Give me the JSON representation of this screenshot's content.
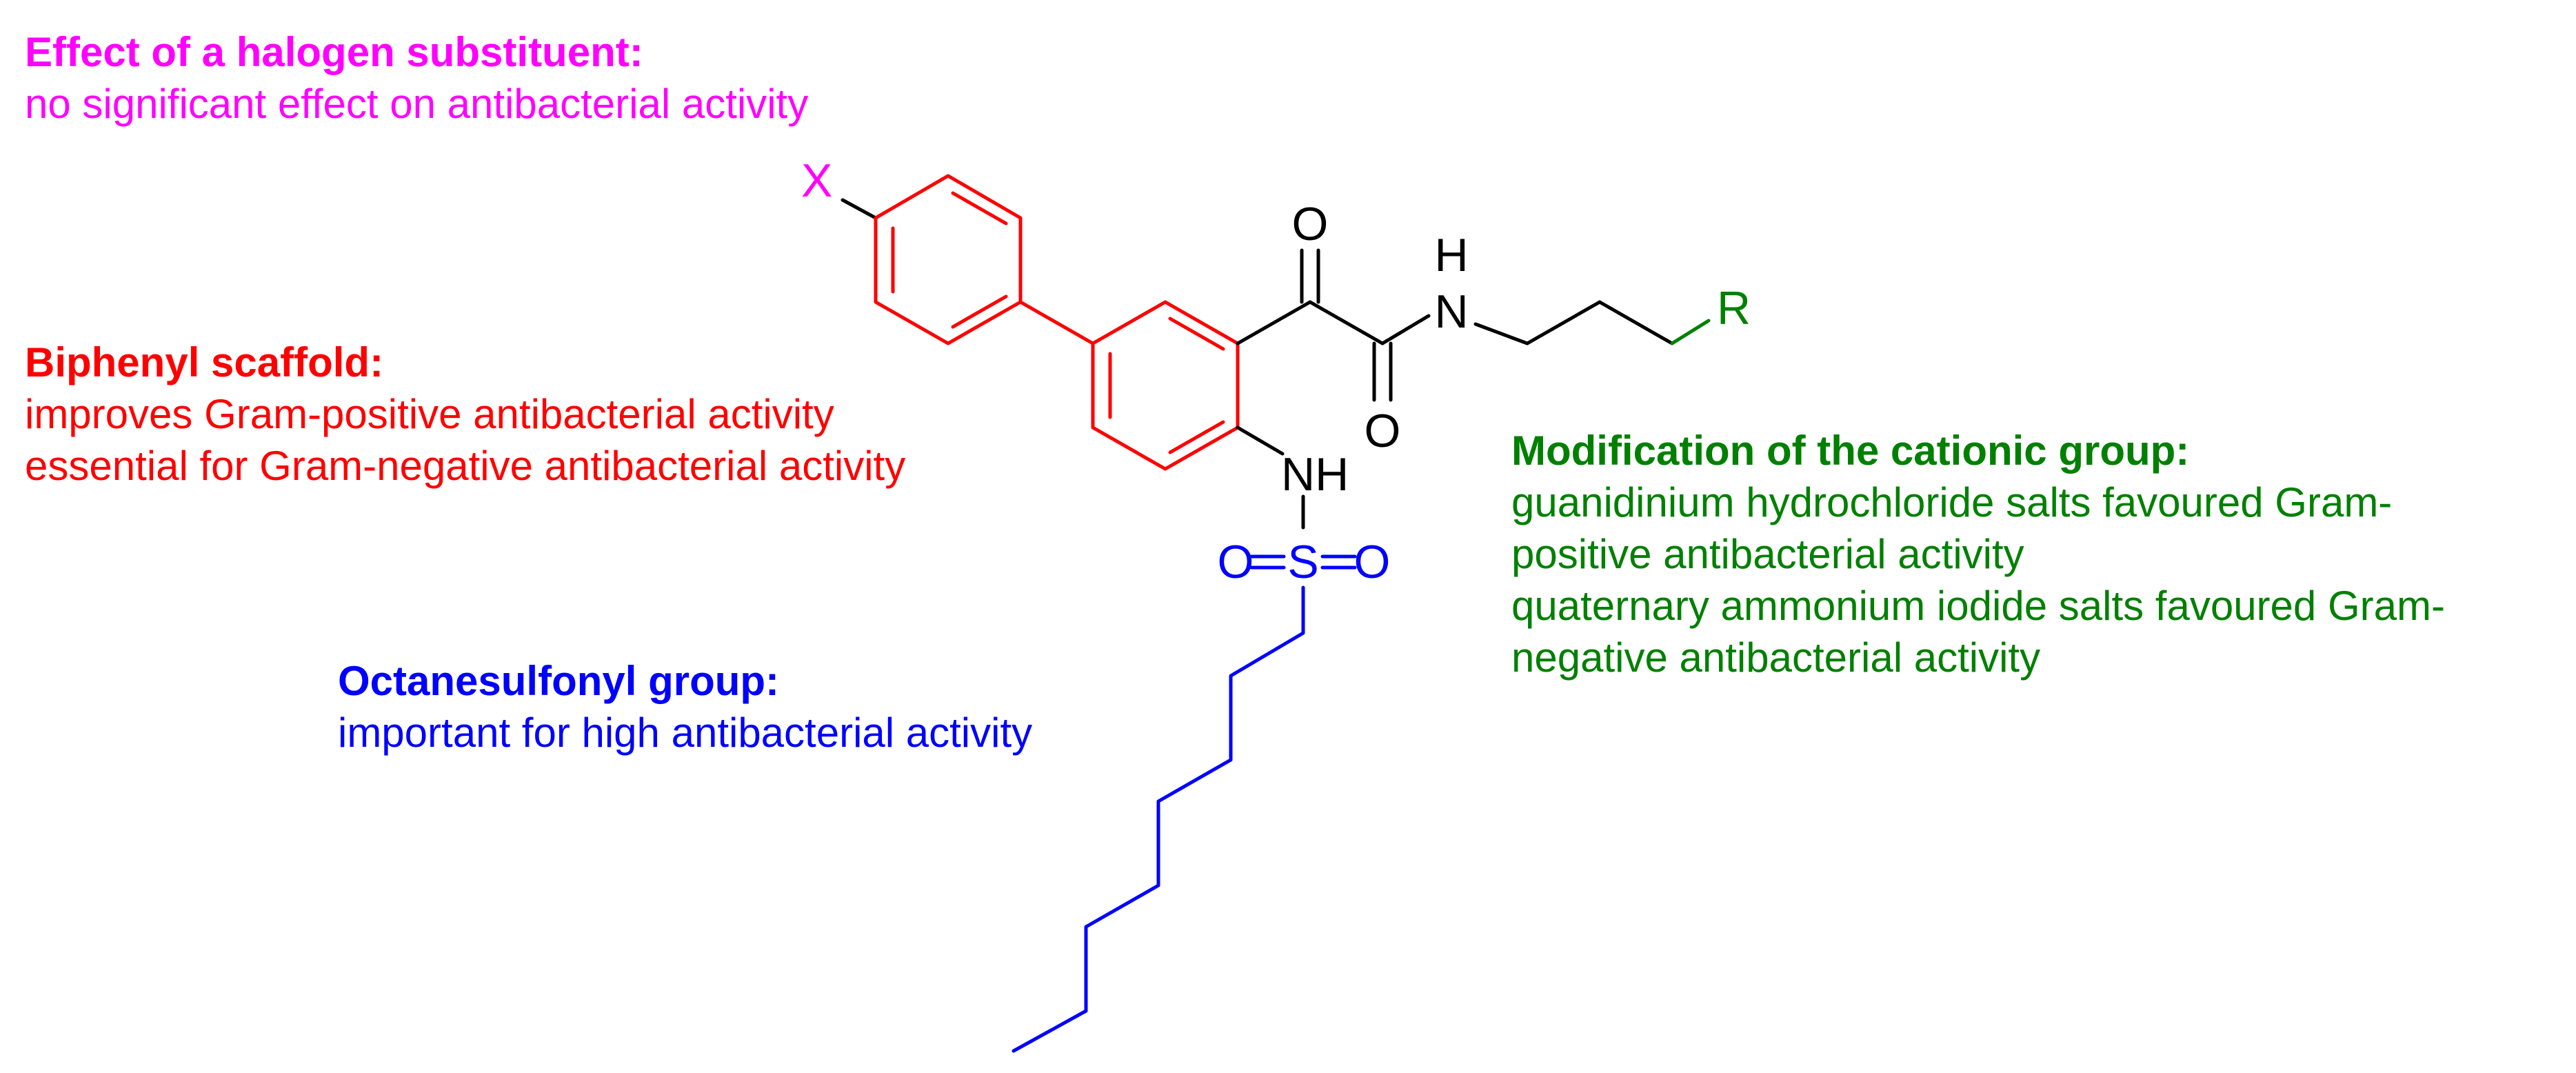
{
  "colors": {
    "halogen": "#ff00ff",
    "biphenyl": "#ff0000",
    "sulfonyl": "#0000ff",
    "cationic": "#008000",
    "core": "#000000"
  },
  "annotations": {
    "halogen": {
      "title": "Effect of a halogen substituent:",
      "lines": [
        "no significant effect on antibacterial activity"
      ]
    },
    "biphenyl": {
      "title": "Biphenyl scaffold:",
      "lines": [
        "improves Gram-positive antibacterial activity",
        "essential for Gram-negative antibacterial activity"
      ]
    },
    "sulfonyl": {
      "title": "Octanesulfonyl group:",
      "lines": [
        "important for high antibacterial activity"
      ]
    },
    "cationic": {
      "title": "Modification of the cationic group:",
      "lines": [
        "guanidinium hydrochloride salts favoured Gram-",
        "positive antibacterial activity",
        "quaternary ammonium iodide salts favoured Gram-",
        "negative antibacterial activity"
      ]
    }
  },
  "atoms": {
    "x": "X",
    "r": "R",
    "o_ketone": "O",
    "o_amide": "O",
    "n_amide": "N",
    "h_amide": "H",
    "nh_sulfonamide": "NH",
    "o_left": "O",
    "s": "S",
    "o_right": "O"
  }
}
